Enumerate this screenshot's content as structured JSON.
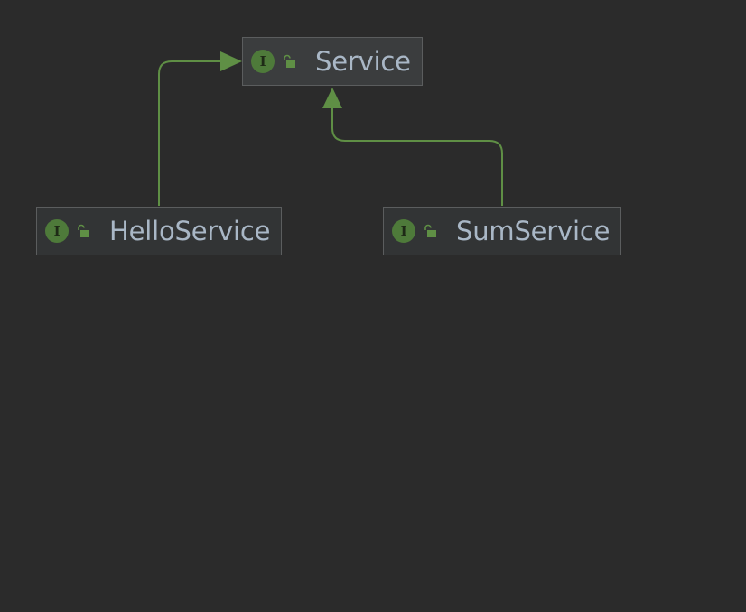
{
  "diagram": {
    "colors": {
      "background": "#2b2b2b",
      "edge": "#5f8f45",
      "badge": "#4e7a3a",
      "text": "#a9b7c6"
    },
    "nodes": {
      "service": {
        "badge": "I",
        "name": "Service",
        "icon": "open-lock-icon"
      },
      "hello": {
        "badge": "I",
        "name": "HelloService",
        "icon": "open-lock-icon"
      },
      "sum": {
        "badge": "I",
        "name": "SumService",
        "icon": "open-lock-icon"
      }
    },
    "edges": [
      {
        "from": "HelloService",
        "to": "Service",
        "kind": "extends"
      },
      {
        "from": "SumService",
        "to": "Service",
        "kind": "extends"
      }
    ]
  }
}
